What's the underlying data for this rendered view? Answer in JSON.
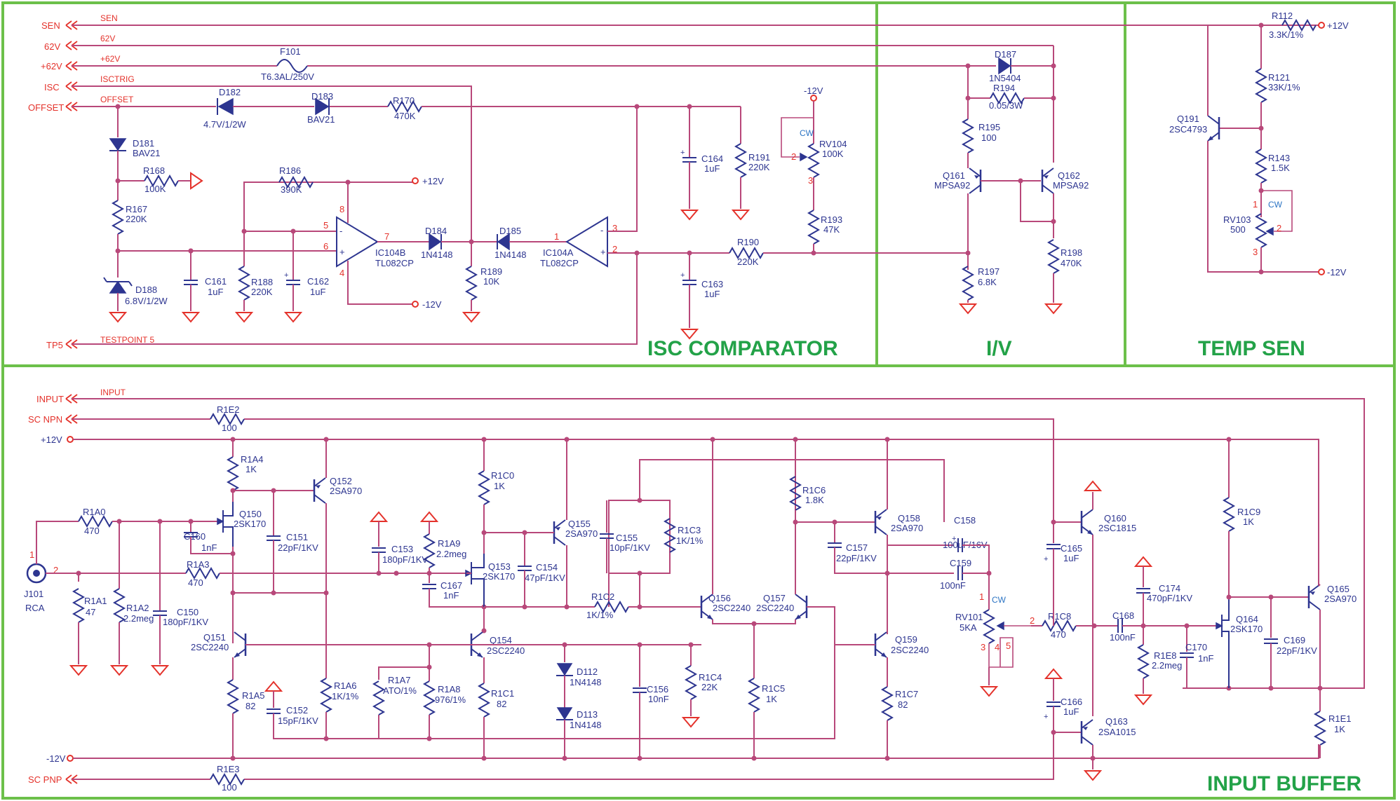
{
  "sections": {
    "isc_comparator": "ISC COMPARATOR",
    "iv": "I/V",
    "temp_sen": "TEMP SEN",
    "input_buffer": "INPUT BUFFER"
  },
  "ports": {
    "sen": "SEN",
    "v62": "62V",
    "p62v": "+62V",
    "isc": "ISC",
    "offset": "OFFSET",
    "tp5": "TP5",
    "input": "INPUT",
    "sc_npn": "SC NPN",
    "p12v": "+12V",
    "m12v": "-12V",
    "sc_pnp": "SC PNP"
  },
  "nets": {
    "sen": "SEN",
    "v62": "62V",
    "p62v": "+62V",
    "isctrig": "ISCTRIG",
    "offset": "OFFSET",
    "testpoint5": "TESTPOINT 5",
    "input": "INPUT"
  },
  "rails": {
    "p12": "+12V",
    "m12": "-12V"
  },
  "parts": {
    "F101": {
      "ref": "F101",
      "val": "T6.3AL/250V"
    },
    "D181": {
      "ref": "D181",
      "val": "BAV21"
    },
    "D182": {
      "ref": "D182",
      "val": "4.7V/1/2W"
    },
    "D183": {
      "ref": "D183",
      "val": "BAV21"
    },
    "R170": {
      "ref": "R170",
      "val": "470K"
    },
    "R168": {
      "ref": "R168",
      "val": "100K"
    },
    "R167": {
      "ref": "R167",
      "val": "220K"
    },
    "D188": {
      "ref": "D188",
      "val": "6.8V/1/2W"
    },
    "R186": {
      "ref": "R186",
      "val": "390K"
    },
    "C161": {
      "ref": "C161",
      "val": "1uF"
    },
    "R188": {
      "ref": "R188",
      "val": "220K"
    },
    "C162": {
      "ref": "C162",
      "val": "1uF"
    },
    "IC104B": {
      "ref": "IC104B",
      "val": "TL082CP"
    },
    "D184": {
      "ref": "D184",
      "val": "1N4148"
    },
    "D185": {
      "ref": "D185",
      "val": "1N4148"
    },
    "R189": {
      "ref": "R189",
      "val": "10K"
    },
    "IC104A": {
      "ref": "IC104A",
      "val": "TL082CP"
    },
    "C164": {
      "ref": "C164",
      "val": "1uF"
    },
    "R191": {
      "ref": "R191",
      "val": "220K"
    },
    "RV104": {
      "ref": "RV104",
      "val": "100K"
    },
    "R193": {
      "ref": "R193",
      "val": "47K"
    },
    "R190": {
      "ref": "R190",
      "val": "220K"
    },
    "C163": {
      "ref": "C163",
      "val": "1uF"
    },
    "D187": {
      "ref": "D187",
      "val": "1N5404"
    },
    "R194": {
      "ref": "R194",
      "val": "0.05/3W"
    },
    "R195": {
      "ref": "R195",
      "val": "100"
    },
    "Q161": {
      "ref": "Q161",
      "val": "MPSA92"
    },
    "Q162": {
      "ref": "Q162",
      "val": "MPSA92"
    },
    "R197": {
      "ref": "R197",
      "val": "6.8K"
    },
    "R198": {
      "ref": "R198",
      "val": "470K"
    },
    "R112": {
      "ref": "R112",
      "val": "3.3K/1%"
    },
    "R121": {
      "ref": "R121",
      "val": "33K/1%"
    },
    "Q191": {
      "ref": "Q191",
      "val": "2SC4793"
    },
    "R143": {
      "ref": "R143",
      "val": "1.5K"
    },
    "RV103": {
      "ref": "RV103",
      "val": "500"
    },
    "R1E2": {
      "ref": "R1E2",
      "val": "100"
    },
    "R1E3": {
      "ref": "R1E3",
      "val": "100"
    },
    "R1A4": {
      "ref": "R1A4",
      "val": "1K"
    },
    "Q152": {
      "ref": "Q152",
      "val": "2SA970"
    },
    "R1A0": {
      "ref": "R1A0",
      "val": "470"
    },
    "C160": {
      "ref": "C160",
      "val": "1nF"
    },
    "Q150": {
      "ref": "Q150",
      "val": "2SK170"
    },
    "C151": {
      "ref": "C151",
      "val": "22pF/1KV"
    },
    "J101": {
      "ref": "J101",
      "val": "RCA"
    },
    "R1A3": {
      "ref": "R1A3",
      "val": "470"
    },
    "R1A1": {
      "ref": "R1A1",
      "val": "47"
    },
    "R1A2": {
      "ref": "R1A2",
      "val": "2.2meg"
    },
    "C150": {
      "ref": "C150",
      "val": "180pF/1KV"
    },
    "Q151": {
      "ref": "Q151",
      "val": "2SC2240"
    },
    "R1A5": {
      "ref": "R1A5",
      "val": "82"
    },
    "C152": {
      "ref": "C152",
      "val": "15pF/1KV"
    },
    "R1A6": {
      "ref": "R1A6",
      "val": "1K/1%"
    },
    "R1A7": {
      "ref": "R1A7",
      "val": "ATO/1%"
    },
    "R1A8": {
      "ref": "R1A8",
      "val": "976/1%"
    },
    "C153": {
      "ref": "C153",
      "val": "180pF/1KV"
    },
    "R1A9": {
      "ref": "R1A9",
      "val": "2.2meg"
    },
    "C167": {
      "ref": "C167",
      "val": "1nF"
    },
    "R1C0": {
      "ref": "R1C0",
      "val": "1K"
    },
    "Q153": {
      "ref": "Q153",
      "val": "2SK170"
    },
    "C154": {
      "ref": "C154",
      "val": "47pF/1KV"
    },
    "Q155": {
      "ref": "Q155",
      "val": "2SA970"
    },
    "C155": {
      "ref": "C155",
      "val": "10pF/1KV"
    },
    "R1C3": {
      "ref": "R1C3",
      "val": "1K/1%"
    },
    "R1C2": {
      "ref": "R1C2",
      "val": "1K/1%"
    },
    "Q154": {
      "ref": "Q154",
      "val": "2SC2240"
    },
    "R1C1": {
      "ref": "R1C1",
      "val": "82"
    },
    "D112": {
      "ref": "D112",
      "val": "1N4148"
    },
    "D113": {
      "ref": "D113",
      "val": "1N4148"
    },
    "C156": {
      "ref": "C156",
      "val": "10nF"
    },
    "R1C4": {
      "ref": "R1C4",
      "val": "22K"
    },
    "Q156": {
      "ref": "Q156",
      "val": "2SC2240"
    },
    "Q157": {
      "ref": "Q157",
      "val": "2SC2240"
    },
    "R1C5": {
      "ref": "R1C5",
      "val": "1K"
    },
    "R1C6": {
      "ref": "R1C6",
      "val": "1.8K"
    },
    "Q158": {
      "ref": "Q158",
      "val": "2SA970"
    },
    "C157": {
      "ref": "C157",
      "val": "22pF/1KV"
    },
    "Q159": {
      "ref": "Q159",
      "val": "2SC2240"
    },
    "R1C7": {
      "ref": "R1C7",
      "val": "82"
    },
    "C158": {
      "ref": "C158",
      "val": "100uF/16V"
    },
    "C159": {
      "ref": "C159",
      "val": "100nF"
    },
    "RV101": {
      "ref": "RV101",
      "val": "5KA"
    },
    "R1C8": {
      "ref": "R1C8",
      "val": "470"
    },
    "C165": {
      "ref": "C165",
      "val": "1uF"
    },
    "Q160": {
      "ref": "Q160",
      "val": "2SC1815"
    },
    "C166": {
      "ref": "C166",
      "val": "1uF"
    },
    "Q163": {
      "ref": "Q163",
      "val": "2SA1015"
    },
    "C168": {
      "ref": "C168",
      "val": "100nF"
    },
    "C174": {
      "ref": "C174",
      "val": "470pF/1KV"
    },
    "R1E8": {
      "ref": "R1E8",
      "val": "2.2meg"
    },
    "C170": {
      "ref": "C170",
      "val": "1nF"
    },
    "Q164": {
      "ref": "Q164",
      "val": "2SK170"
    },
    "C169": {
      "ref": "C169",
      "val": "22pF/1KV"
    },
    "R1C9": {
      "ref": "R1C9",
      "val": "1K"
    },
    "Q165": {
      "ref": "Q165",
      "val": "2SA970"
    },
    "R1E1": {
      "ref": "R1E1",
      "val": "1K"
    }
  },
  "pins": {
    "p1": "1",
    "p2": "2",
    "p3": "3",
    "p4": "4",
    "p5": "5",
    "p6": "6",
    "p7": "7",
    "p8": "8",
    "cw": "CW"
  }
}
